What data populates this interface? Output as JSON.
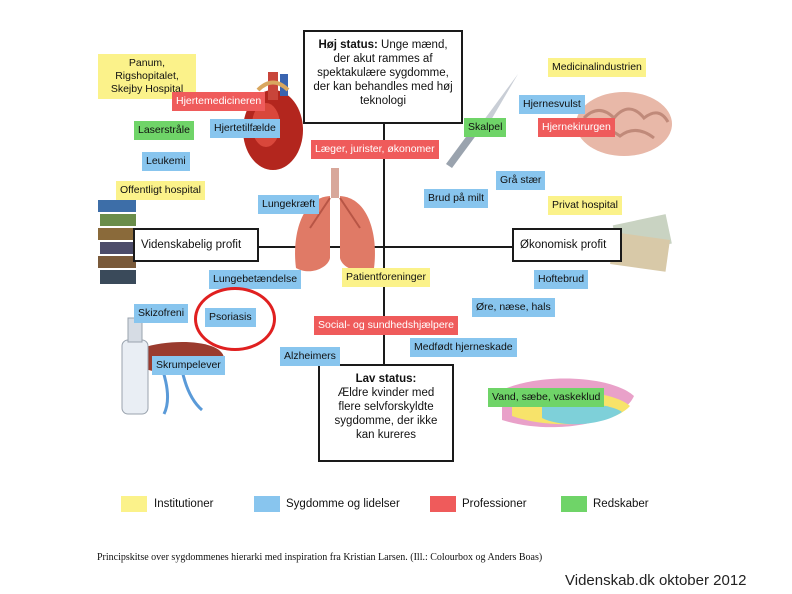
{
  "top_box": {
    "title": "Høj status:",
    "text": " Unge mænd, der akut rammes af spektakulære sygdomme, der kan behandles med høj teknologi"
  },
  "bottom_box": {
    "title": "Lav status:",
    "text": "Ældre kvinder med flere selvforskyldte sygdomme, der ikke kan kureres"
  },
  "left_box": {
    "text": "Videnskabelig profit"
  },
  "right_box": {
    "text": "Økonomisk profit"
  },
  "tags": {
    "panum": "Panum, Rigshopitalet, Skejby Hospital",
    "hjertemedicineren": "Hjertemedicineren",
    "hjertetilfaelde": "Hjertetilfælde",
    "laserstraale": "Laserstråle",
    "leukemi": "Leukemi",
    "offentligt_hospital": "Offentligt hospital",
    "lungekraeft": "Lungekræft",
    "laeger": "Læger, jurister, økonomer",
    "medicinalindustrien": "Medicinalindustrien",
    "hjernesvulst": "Hjernesvulst",
    "skalpel": "Skalpel",
    "hjernekirurgen": "Hjernekirurgen",
    "graa_staer": "Grå stær",
    "brud_paa_milt": "Brud på milt",
    "privat_hospital": "Privat hospital",
    "lungebetaendelse": "Lungebetændelse",
    "patientforeninger": "Patientforeninger",
    "hoftebrud": "Hoftebrud",
    "skizofreni": "Skizofreni",
    "psoriasis": "Psoriasis",
    "social": "Social- og sundhedshjælpere",
    "oere": "Øre, næse, hals",
    "medfoedt": "Medfødt hjerneskade",
    "alzheimers": "Alzheimers",
    "skrumpelever": "Skrumpelever",
    "vand": "Vand, sæbe, vaskeklud"
  },
  "legend": [
    {
      "label": "Institutioner",
      "color": "#fbf28a"
    },
    {
      "label": "Sygdomme og lidelser",
      "color": "#88c5ee"
    },
    {
      "label": "Professioner",
      "color": "#ef5b5b"
    },
    {
      "label": "Redskaber",
      "color": "#6fd468"
    }
  ],
  "caption": "Principskitse over sygdommenes hierarki med inspiration fra Kristian Larsen. (Ill.: Colourbox og Anders Boas)",
  "credit": "Videnskab.dk oktober 2012",
  "colors": {
    "institution": "#fbf28a",
    "disease": "#88c5ee",
    "profession": "#ef5b5b",
    "tool": "#6fd468",
    "highlight_circle": "#e02020"
  }
}
